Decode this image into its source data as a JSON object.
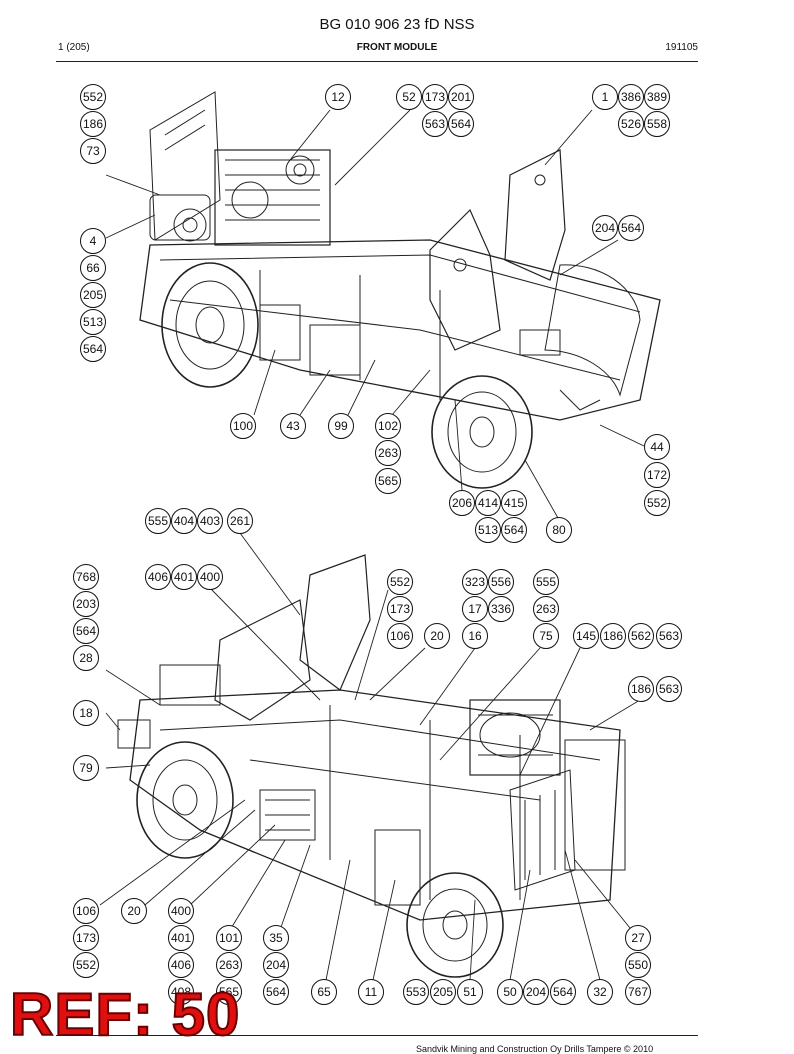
{
  "header": {
    "doc_number": "BG 010 906 23 fD NSS",
    "page": "1 (205)",
    "section": "FRONT MODULE",
    "code": "191105"
  },
  "footer": {
    "copyright": "Sandvik Mining and Construction Oy Drills Tampere © 2010"
  },
  "stamp": {
    "ref": "REF: 50"
  },
  "callouts_top": [
    "552",
    "186",
    "73",
    "4",
    "66",
    "205",
    "513",
    "564",
    "12",
    "52",
    "173",
    "201",
    "563",
    "564",
    "1",
    "386",
    "389",
    "526",
    "558",
    "204",
    "564",
    "100",
    "43",
    "99",
    "102",
    "263",
    "565",
    "44",
    "172",
    "552",
    "206",
    "414",
    "415",
    "513",
    "564",
    "80"
  ],
  "callouts_bottom": [
    "555",
    "404",
    "403",
    "261",
    "768",
    "203",
    "564",
    "28",
    "406",
    "401",
    "400",
    "18",
    "79",
    "552",
    "173",
    "106",
    "20",
    "323",
    "556",
    "17",
    "336",
    "16",
    "555",
    "263",
    "75",
    "145",
    "186",
    "562",
    "563",
    "186",
    "563",
    "106",
    "20",
    "400",
    "173",
    "401",
    "101",
    "35",
    "552",
    "406",
    "263",
    "204",
    "408",
    "565",
    "564",
    "65",
    "11",
    "553",
    "205",
    "51",
    "50",
    "204",
    "564",
    "32",
    "27",
    "550",
    "767"
  ]
}
